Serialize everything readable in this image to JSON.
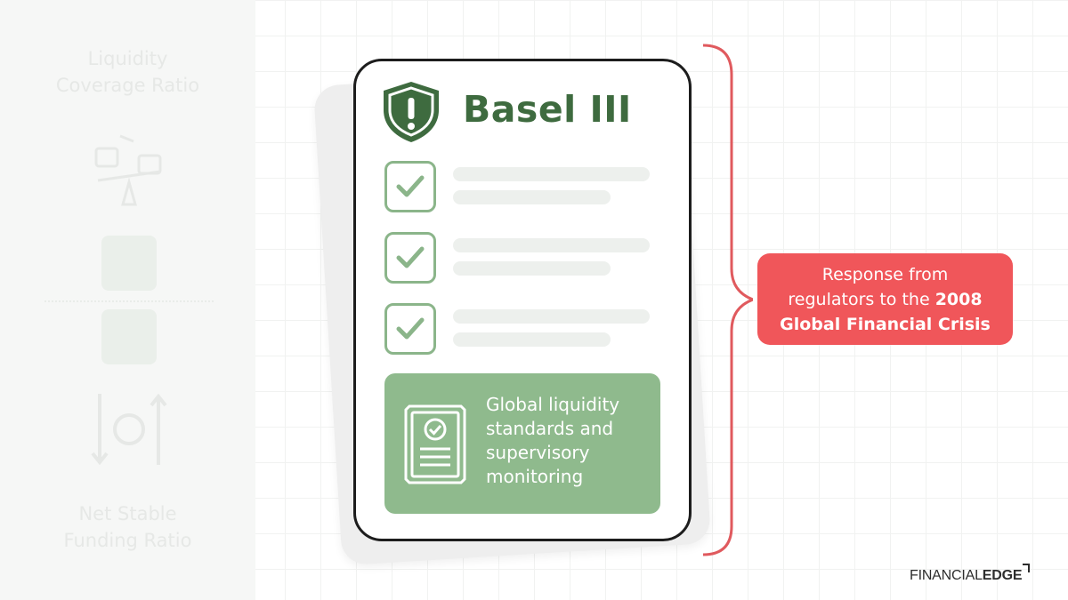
{
  "left_panel": {
    "top_label": "Liquidity\nCoverage Ratio",
    "bottom_label": "Net Stable\nFunding Ratio"
  },
  "document": {
    "title": "Basel III",
    "checklist_count": 3,
    "card_text": "Global liquidity\nstandards and\nsupervisory\nmonitoring",
    "icons": [
      "shield-exclamation-icon",
      "checkmark-icon",
      "certificate-icon"
    ]
  },
  "callout": {
    "line1": "Response from",
    "line2_normal": "regulators to the ",
    "line2_bold": "2008",
    "line3_bold": "Global Financial Crisis"
  },
  "logo": {
    "part1": "FINANCIAL",
    "part2": "EDGE"
  },
  "colors": {
    "green_dark": "#3e6b3f",
    "green_light": "#8fba8d",
    "check_outline": "#8bb58a",
    "callout_red": "#f0565a",
    "bracket_red": "#e05a5e"
  }
}
